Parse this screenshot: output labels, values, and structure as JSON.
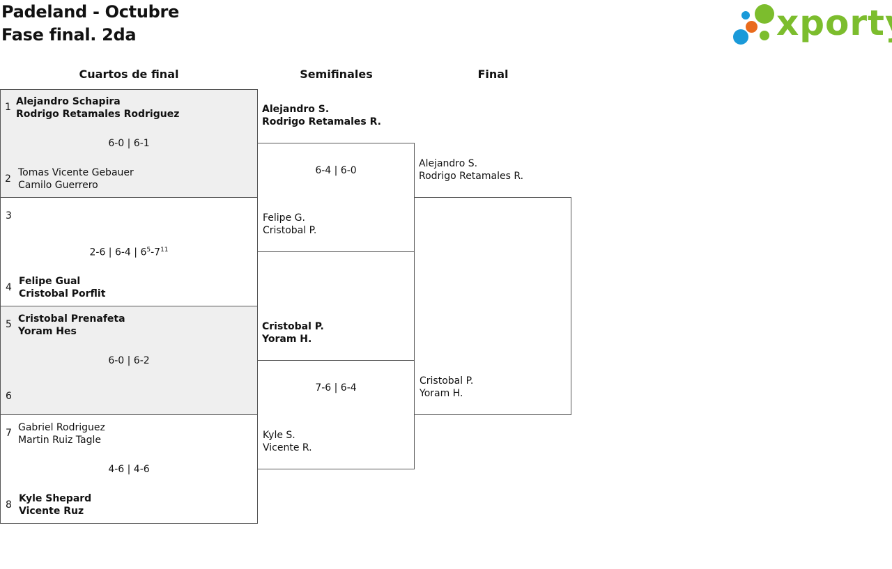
{
  "header": {
    "title_line1": "Padeland - Octubre",
    "title_line2": "Fase final. 2da",
    "logo_text": "xporty",
    "logo_colors": {
      "green": "#7cbd2d",
      "blue": "#1a9ad9",
      "orange": "#e96b1c"
    }
  },
  "rounds": {
    "quarterfinals": "Cuartos de final",
    "semifinals": "Semifinales",
    "final": "Final"
  },
  "quarterfinals": [
    {
      "top_seed": "1",
      "top_player1": "Alejandro Schapira",
      "top_player2": "Rodrigo Retamales Rodriguez",
      "score": "6-0 | 6-1",
      "bottom_seed": "2",
      "bottom_player1": "Tomas Vicente Gebauer",
      "bottom_player2": "Camilo Guerrero"
    },
    {
      "top_seed": "3",
      "top_player1": "",
      "top_player2": "",
      "score_main": "2-6 | 6-4 | 6",
      "score_sup1": "5",
      "score_mid": "-7",
      "score_sup2": "11",
      "bottom_seed": "4",
      "bottom_player1": "Felipe Gual",
      "bottom_player2": "Cristobal Porflit"
    },
    {
      "top_seed": "5",
      "top_player1": "Cristobal Prenafeta",
      "top_player2": "Yoram Hes",
      "score": "6-0 | 6-2",
      "bottom_seed": "6",
      "bottom_player1": "",
      "bottom_player2": ""
    },
    {
      "top_seed": "7",
      "top_player1": "Gabriel Rodriguez",
      "top_player2": "Martin Ruiz Tagle",
      "score": "4-6 | 4-6",
      "bottom_seed": "8",
      "bottom_player1": "Kyle Shepard",
      "bottom_player2": "Vicente Ruz"
    }
  ],
  "semifinals": [
    {
      "top_player1": "Alejandro S.",
      "top_player2": "Rodrigo Retamales R.",
      "score": "6-4 | 6-0",
      "bottom_player1": "Felipe G.",
      "bottom_player2": "Cristobal P."
    },
    {
      "top_player1": "Cristobal P.",
      "top_player2": "Yoram H.",
      "score": "7-6 | 6-4",
      "bottom_player1": "Kyle S.",
      "bottom_player2": "Vicente R."
    }
  ],
  "final": {
    "top_player1": "Alejandro S.",
    "top_player2": "Rodrigo Retamales R.",
    "bottom_player1": "Cristobal P.",
    "bottom_player2": "Yoram H."
  }
}
